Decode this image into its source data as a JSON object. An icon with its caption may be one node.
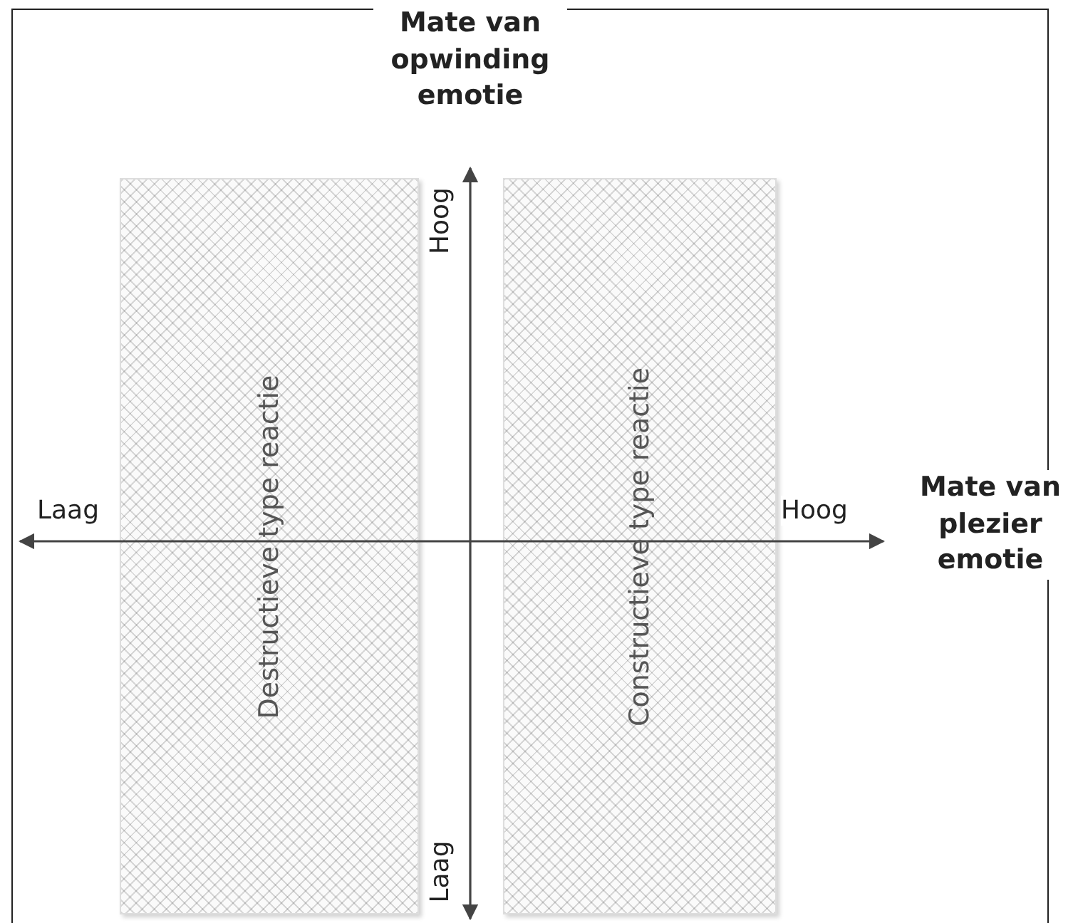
{
  "diagram": {
    "nodes": [
      {
        "text": [
          "Destructieve type reactie"
        ]
      },
      {
        "text": [
          "Constructieve type reactie"
        ]
      }
    ],
    "labels": [
      "Mate van opwinding emotie",
      "Hoog",
      "Laag",
      "Hoog",
      "Mate van plezier emotie",
      "Laag"
    ]
  }
}
